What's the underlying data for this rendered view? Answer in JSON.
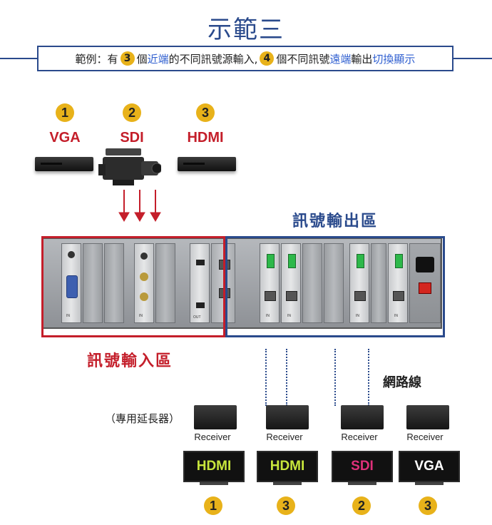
{
  "title": "示範三",
  "subtitle": {
    "prefix": "範例：有",
    "count_near": "3",
    "near_text": "個",
    "near_word": "近端",
    "mid_text": "的不同訊號源輸入,",
    "count_far": "4",
    "far_text": "個不同訊號",
    "far_word": "遠端",
    "out_text": "輸出",
    "switch_word": "切換顯示"
  },
  "sources": [
    {
      "num": "1",
      "label": "VGA",
      "device": "player-icon"
    },
    {
      "num": "2",
      "label": "SDI",
      "device": "camera-icon"
    },
    {
      "num": "3",
      "label": "HDMI",
      "device": "player-icon"
    }
  ],
  "regions": {
    "output": "訊號輸出區",
    "input": "訊號輸入區"
  },
  "network_label": "網路線",
  "extender_label": "（專用延長器）",
  "receivers": [
    {
      "label": "Receiver",
      "display": "HDMI",
      "num": "1",
      "color": "#c8e63c"
    },
    {
      "label": "Receiver",
      "display": "HDMI",
      "num": "3",
      "color": "#c8e63c"
    },
    {
      "label": "Receiver",
      "display": "SDI",
      "num": "2",
      "color": "#e0307a"
    },
    {
      "label": "Receiver",
      "display": "VGA",
      "num": "3",
      "color": "#ffffff"
    }
  ],
  "card_text": {
    "in": "IN",
    "out": "OUT"
  },
  "colors": {
    "title_blue": "#2a4a8c",
    "accent_red": "#c41e2a",
    "badge_yellow": "#e8b21a"
  }
}
